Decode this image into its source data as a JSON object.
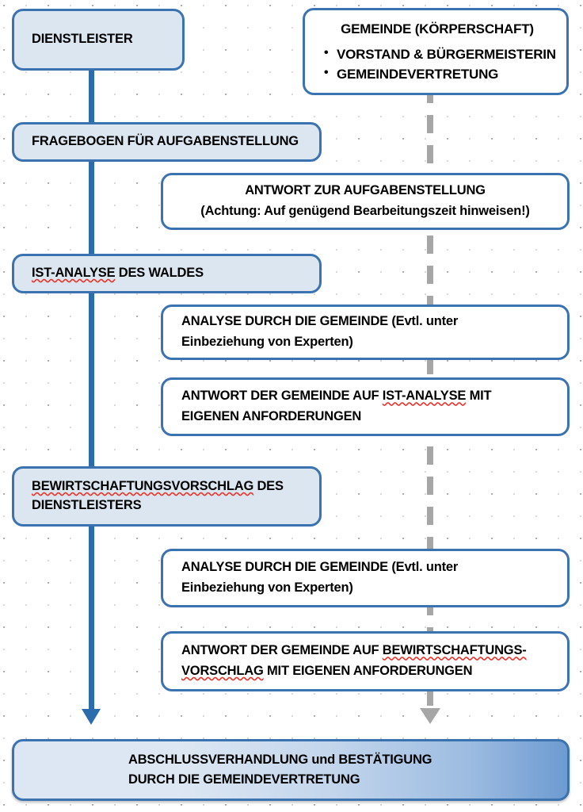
{
  "diagram": {
    "title": "Ablauf Bewirtschaftungsvereinbarung Gemeindewald",
    "colors": {
      "node_border": "#3b72b0",
      "node_fill_left": "#dce6f1",
      "node_fill_white": "#ffffff",
      "connector_blue": "#2b6cad",
      "connector_gray": "#a6a6a6",
      "spellcheck_underline": "#e8352a",
      "gradient_start": "#dde7f3",
      "gradient_end": "#6d9bd1"
    },
    "lanes": {
      "left_actor": "DIENSTLEISTER",
      "right_actor": "GEMEINDE (KÖRPERSCHAFT)"
    },
    "nodes": {
      "dienstleister": {
        "label": "DIENSTLEISTER"
      },
      "gemeinde": {
        "title": "GEMEINDE (KÖRPERSCHAFT)",
        "bullets": [
          "VORSTAND & BÜRGERMEISTERIN",
          "GEMEINDEVERTRETUNG"
        ]
      },
      "fragebogen": {
        "label": "FRAGEBOGEN FÜR AUFGABENSTELLUNG"
      },
      "antwort_aufgabenstellung": {
        "line1": "ANTWORT ZUR AUFGABENSTELLUNG",
        "line2": "(Achtung: Auf genügend Bearbeitungszeit hinweisen!)"
      },
      "ist_analyse": {
        "label_misspelled": "IST-ANALYSE",
        "label_rest": " DES WALDES"
      },
      "analyse_gemeinde_1": {
        "line1": "ANALYSE DURCH DIE GEMEINDE (Evtl. unter",
        "line2": "Einbeziehung von Experten)"
      },
      "antwort_ist_analyse": {
        "line1_pre": "ANTWORT DER GEMEINDE AUF ",
        "line1_misspelled": "IST-ANALYSE",
        "line1_post": " MIT",
        "line2": "EIGENEN ANFORDERUNGEN"
      },
      "bewirtschaftungsvorschlag": {
        "line1_misspelled": "BEWIRTSCHAFTUNGSVORSCHLAG",
        "line1_post": " DES",
        "line2": "DIENSTLEISTERS"
      },
      "analyse_gemeinde_2": {
        "line1": "ANALYSE DURCH DIE GEMEINDE (Evtl. unter",
        "line2": "Einbeziehung von Experten)"
      },
      "antwort_bewirtschaftungsvorschlag": {
        "line1_pre": "ANTWORT DER GEMEINDE AUF ",
        "line1_misspelled": "BEWIRTSCHAFTUNGS-",
        "line2_misspelled": "VORSCHLAG",
        "line2_post": "  MIT EIGENEN ANFORDERUNGEN"
      },
      "abschluss": {
        "line1": "ABSCHLUSSVERHANDLUNG und BESTÄTIGUNG",
        "line2": "DURCH DIE GEMEINDEVERTRETUNG"
      }
    }
  }
}
